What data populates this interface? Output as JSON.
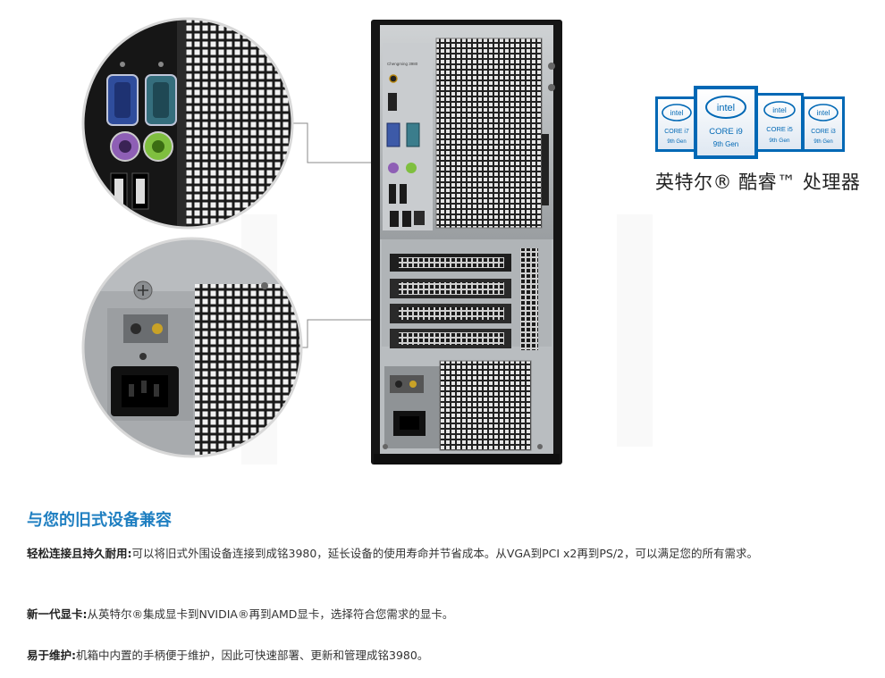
{
  "intel": {
    "badges": [
      {
        "brand": "intel",
        "line": "CORE i7",
        "gen": "9th Gen"
      },
      {
        "brand": "intel",
        "line": "CORE i9",
        "gen": "9th Gen"
      },
      {
        "brand": "intel",
        "line": "CORE i5",
        "gen": "9th Gen"
      },
      {
        "brand": "intel",
        "line": "CORE i3",
        "gen": "9th Gen"
      }
    ],
    "caption": "英特尔® 酷睿™ 处理器"
  },
  "product": {
    "model_label": "Chengming 3980"
  },
  "section": {
    "title": "与您的旧式设备兼容"
  },
  "features": [
    {
      "label": "轻松连接且持久耐用:",
      "text": "可以将旧式外围设备连接到成铭3980，延长设备的使用寿命并节省成本。从VGA到PCI x2再到PS/2，可以满足您的所有需求。"
    },
    {
      "label": "新一代显卡:",
      "text": "从英特尔®集成显卡到NVIDIA®再到AMD显卡，选择符合您需求的显卡。"
    },
    {
      "label": "易于维护:",
      "text": "机箱中内置的手柄便于维护，因此可快速部署、更新和管理成铭3980。"
    }
  ],
  "colors": {
    "accent": "#1f7fc1",
    "intel_blue": "#0068b5",
    "vga_blue": "#3d5aa8",
    "serial_teal": "#3b7d8c",
    "ps2_mouse": "#7fbf3f",
    "ps2_keyboard": "#8e5fb5"
  }
}
